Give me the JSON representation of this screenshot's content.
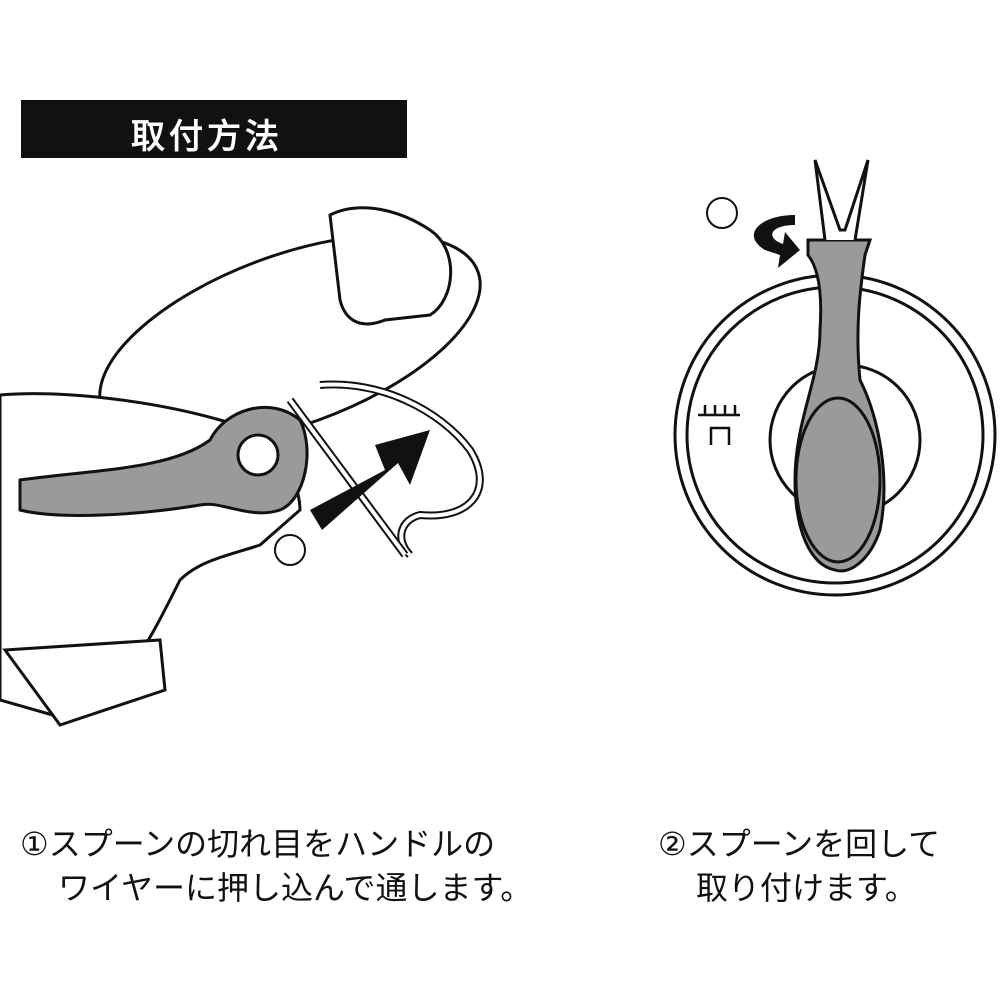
{
  "header": {
    "title": "取付方法"
  },
  "steps": [
    {
      "marker": "①",
      "line1": "①スプーンの切れ目をハンドルの",
      "line2": "ワイヤーに押し込んで通します。"
    },
    {
      "marker": "②",
      "line1": "②スプーンを回して",
      "line2": "取り付けます。"
    }
  ],
  "colors": {
    "spoon": "#9a9a9a",
    "ink": "#111111"
  }
}
